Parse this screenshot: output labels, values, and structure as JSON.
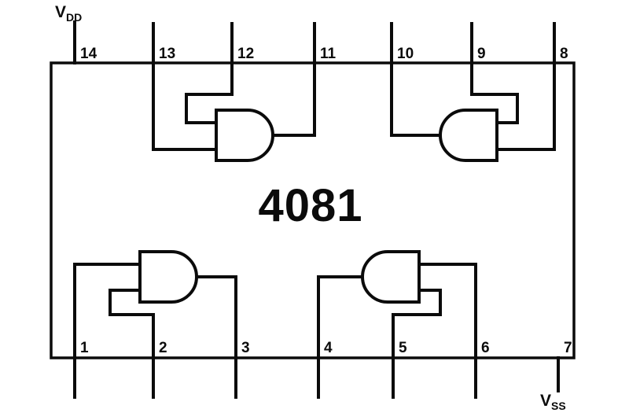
{
  "meta": {
    "background": "#ffffff",
    "ink": "#0b0b0b",
    "description_visible": "IC pinout schematic, 14-pin DIP with four 2-input AND gates"
  },
  "chip_label": "4081",
  "power": {
    "vdd": {
      "base": "V",
      "sub": "DD"
    },
    "vss": {
      "base": "V",
      "sub": "SS"
    }
  },
  "pins": {
    "top": [
      "14",
      "13",
      "12",
      "11",
      "10",
      "9",
      "8"
    ],
    "bottom": [
      "1",
      "2",
      "3",
      "4",
      "5",
      "6",
      "7"
    ]
  },
  "gates": [
    {
      "position": "bottom-left",
      "inputs": [
        "1",
        "2"
      ],
      "output": "3"
    },
    {
      "position": "bottom-right",
      "inputs": [
        "5",
        "6"
      ],
      "output": "4"
    },
    {
      "position": "top-right",
      "inputs": [
        "8",
        "9"
      ],
      "output": "10"
    },
    {
      "position": "top-left",
      "inputs": [
        "12",
        "13"
      ],
      "output": "11"
    }
  ]
}
